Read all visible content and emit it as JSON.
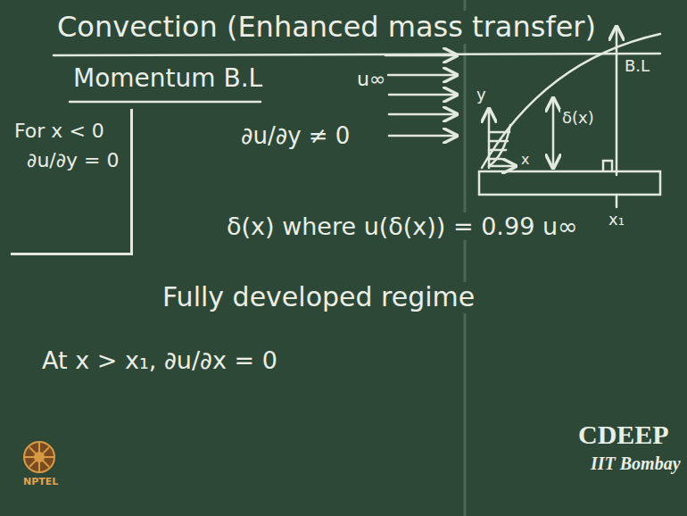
{
  "diagram": {
    "title": "Convection (Enhanced mass transfer)",
    "nodes": [
      {
        "text": [
          "For x < 0",
          "∂u/∂y = 0"
        ]
      }
    ],
    "labels": [
      "Momentum B.L",
      "u∞",
      "y",
      "x",
      "δ(x)",
      "B.L",
      "x₁",
      "∂u/∂y ≠ 0",
      "δ(x) where u(δ(x)) = 0.99 u∞",
      "Fully developed regime",
      "At x > x₁, ∂u/∂x = 0",
      "CDEEP",
      "IIT Bombay",
      "NPTEL"
    ]
  }
}
